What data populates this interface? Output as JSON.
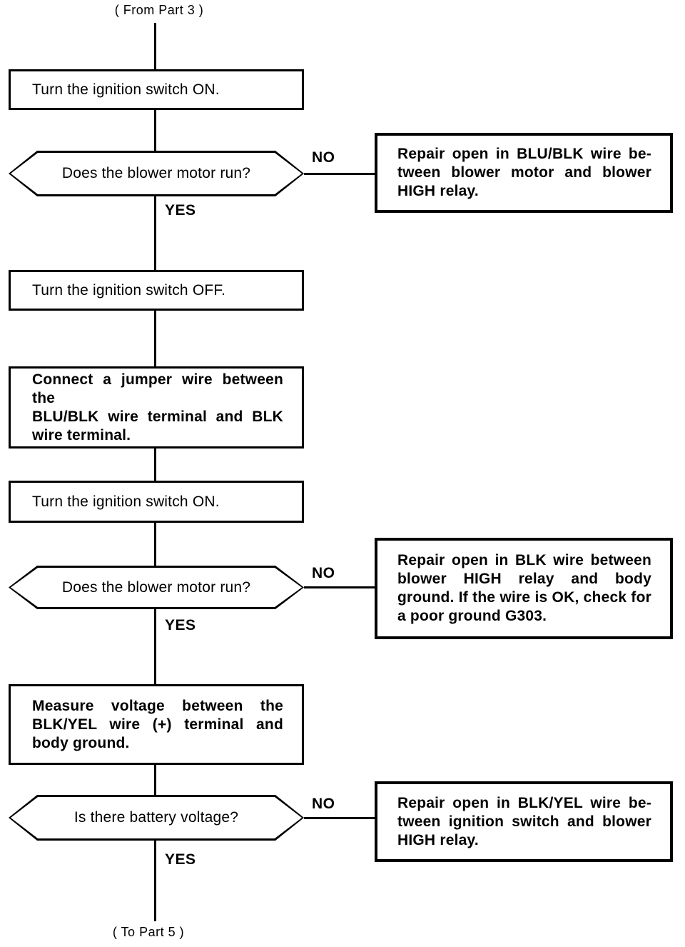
{
  "diagram": {
    "from_label": "( From Part 3 )",
    "to_label": "( To Part 5 )",
    "yes_label": "YES",
    "no_label": "NO",
    "steps": {
      "step1": "Turn the ignition switch ON.",
      "decision1": "Does the blower motor run?",
      "repair1_lines": [
        "Repair open in BLU/BLK wire be-",
        "tween blower motor and blower",
        "HIGH relay."
      ],
      "step2": "Turn the ignition switch OFF.",
      "step3_lines": [
        "Connect a jumper wire between the",
        "BLU/BLK wire terminal and BLK",
        "wire terminal."
      ],
      "step4": "Turn the ignition switch ON.",
      "decision2": "Does the blower motor run?",
      "repair2_lines": [
        "Repair open in BLK wire between",
        "blower HIGH relay and body",
        "ground. If the wire is OK, check for",
        "a poor ground G303."
      ],
      "step5_lines": [
        "Measure voltage between the",
        "BLK/YEL wire (+) terminal and",
        "body ground."
      ],
      "decision3": "Is there battery voltage?",
      "repair3_lines": [
        "Repair open in BLK/YEL wire be-",
        "tween ignition switch and blower",
        "HIGH relay."
      ]
    },
    "colors": {
      "ink": "#000000",
      "paper": "#ffffff"
    }
  }
}
